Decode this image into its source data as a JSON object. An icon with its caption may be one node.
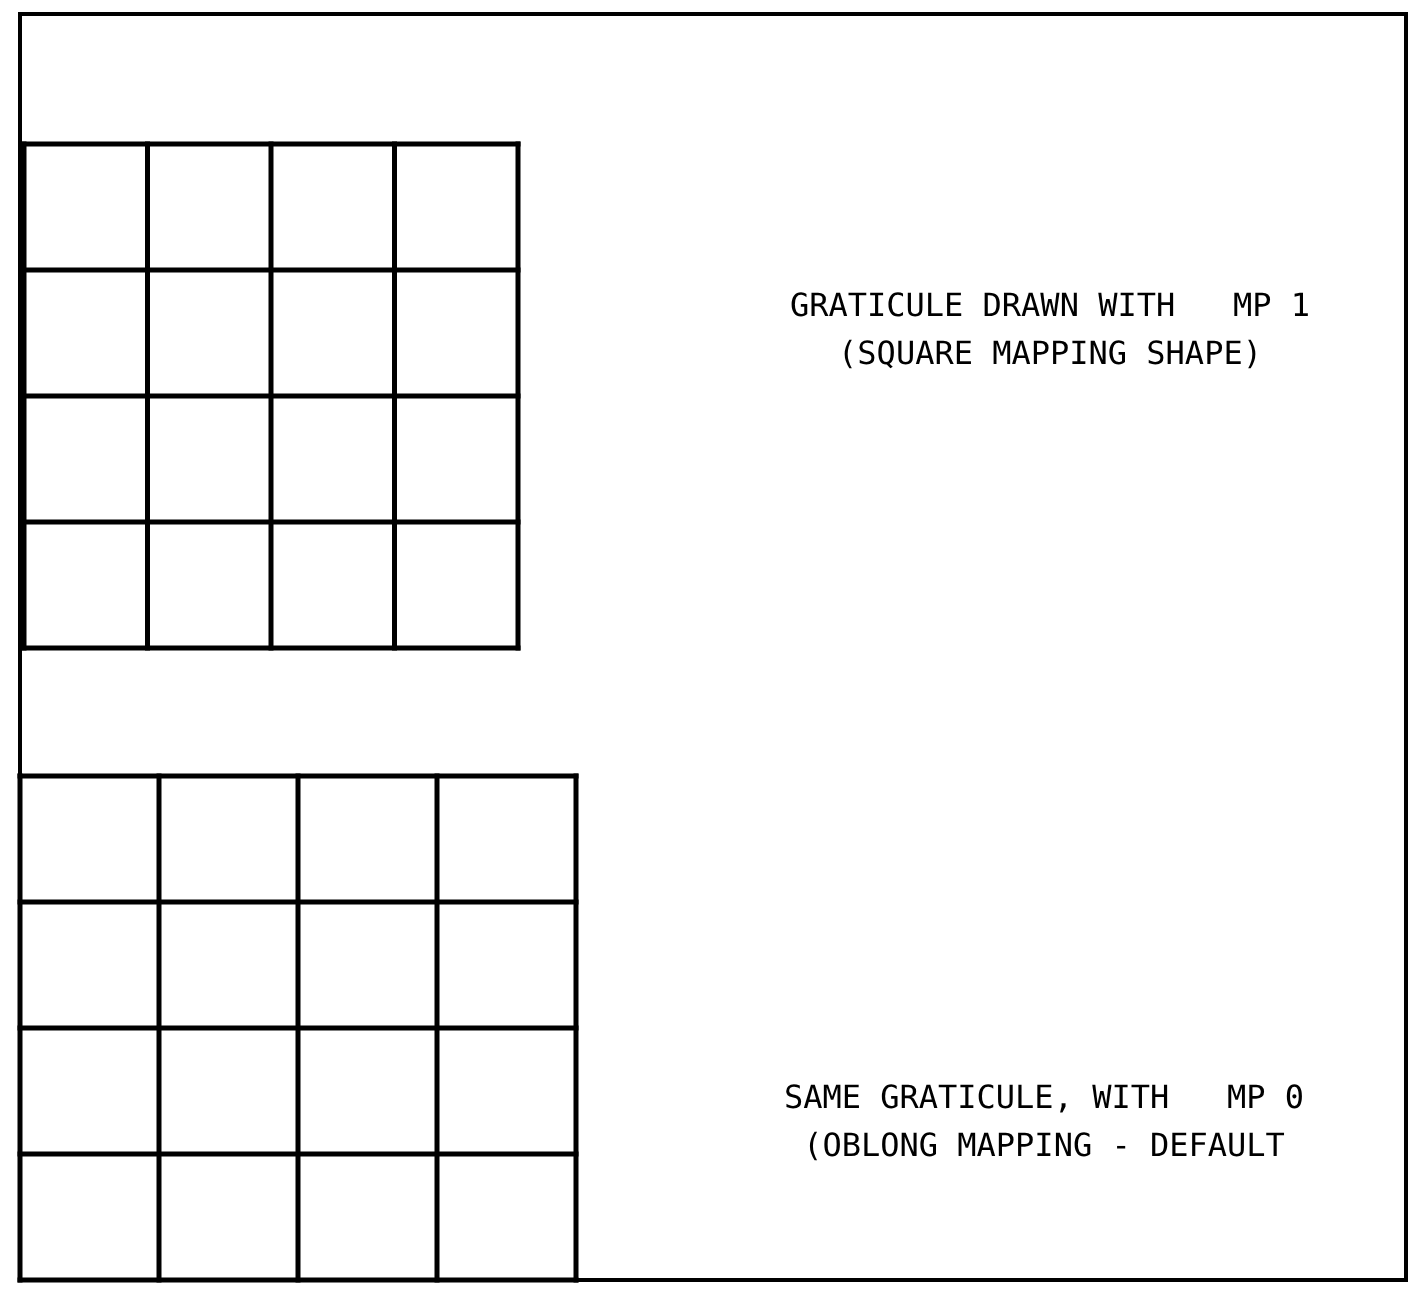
{
  "diagram": {
    "labels": [
      "GRATICULE DRAWN WITH   MP 1",
      "(SQUARE MAPPING SHAPE)",
      "SAME GRATICULE, WITH   MP 0",
      "(OBLONG MAPPING - DEFAULT"
    ]
  }
}
